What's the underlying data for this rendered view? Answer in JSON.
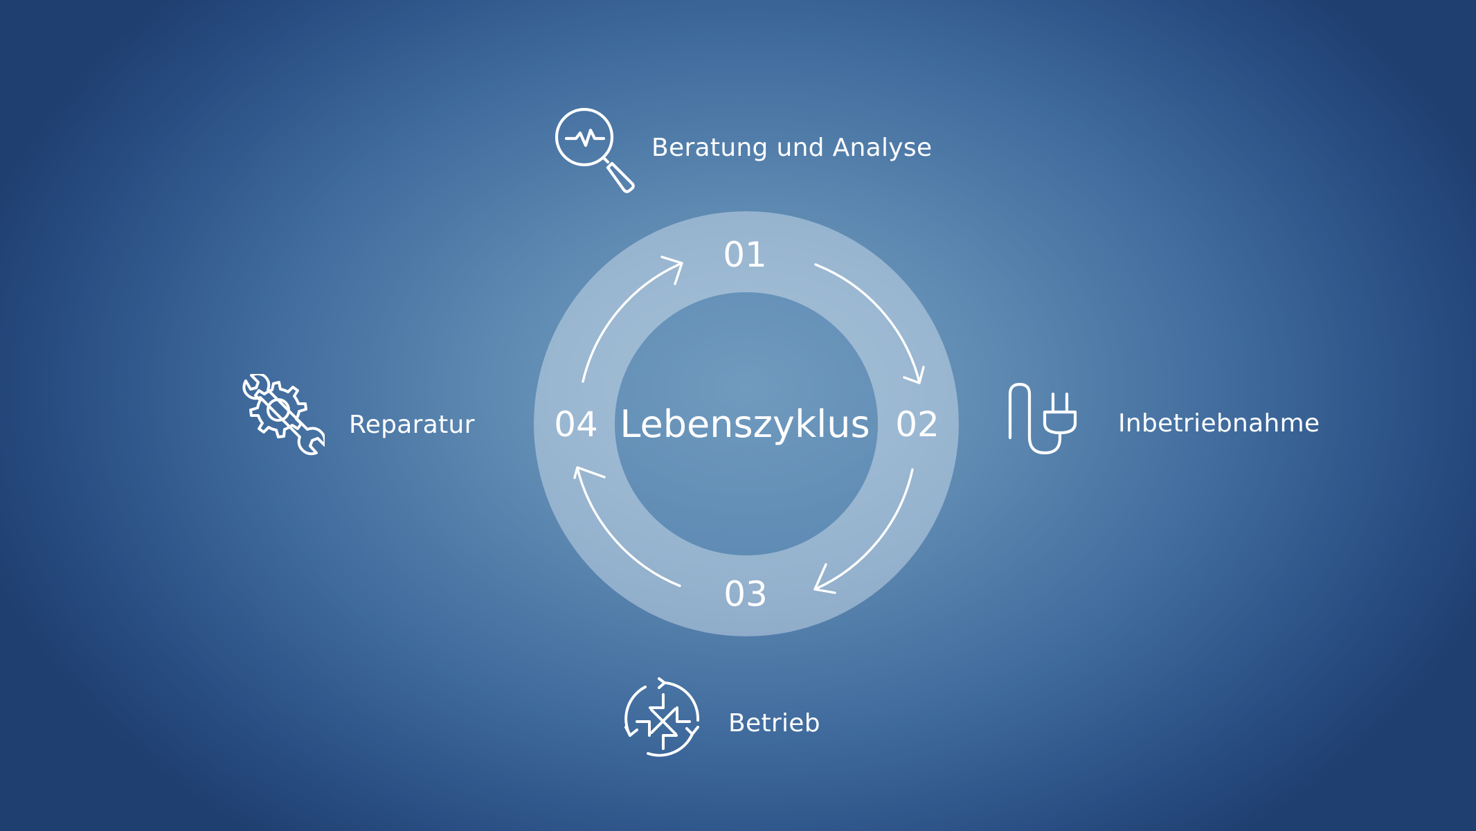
{
  "center": {
    "title": "Lebenszyklus"
  },
  "steps": [
    {
      "number": "01",
      "label": "Beratung und Analyse",
      "icon": "magnifier-pulse-icon"
    },
    {
      "number": "02",
      "label": "Inbetriebnahme",
      "icon": "plug-icon"
    },
    {
      "number": "03",
      "label": "Betrieb",
      "icon": "cycle-operation-icon"
    },
    {
      "number": "04",
      "label": "Reparatur",
      "icon": "wrench-gear-icon"
    }
  ],
  "colors": {
    "background_center": "#7aa2c2",
    "background_edge": "#1f3f70",
    "ring": "#c5d6e8",
    "foreground": "#ffffff"
  }
}
